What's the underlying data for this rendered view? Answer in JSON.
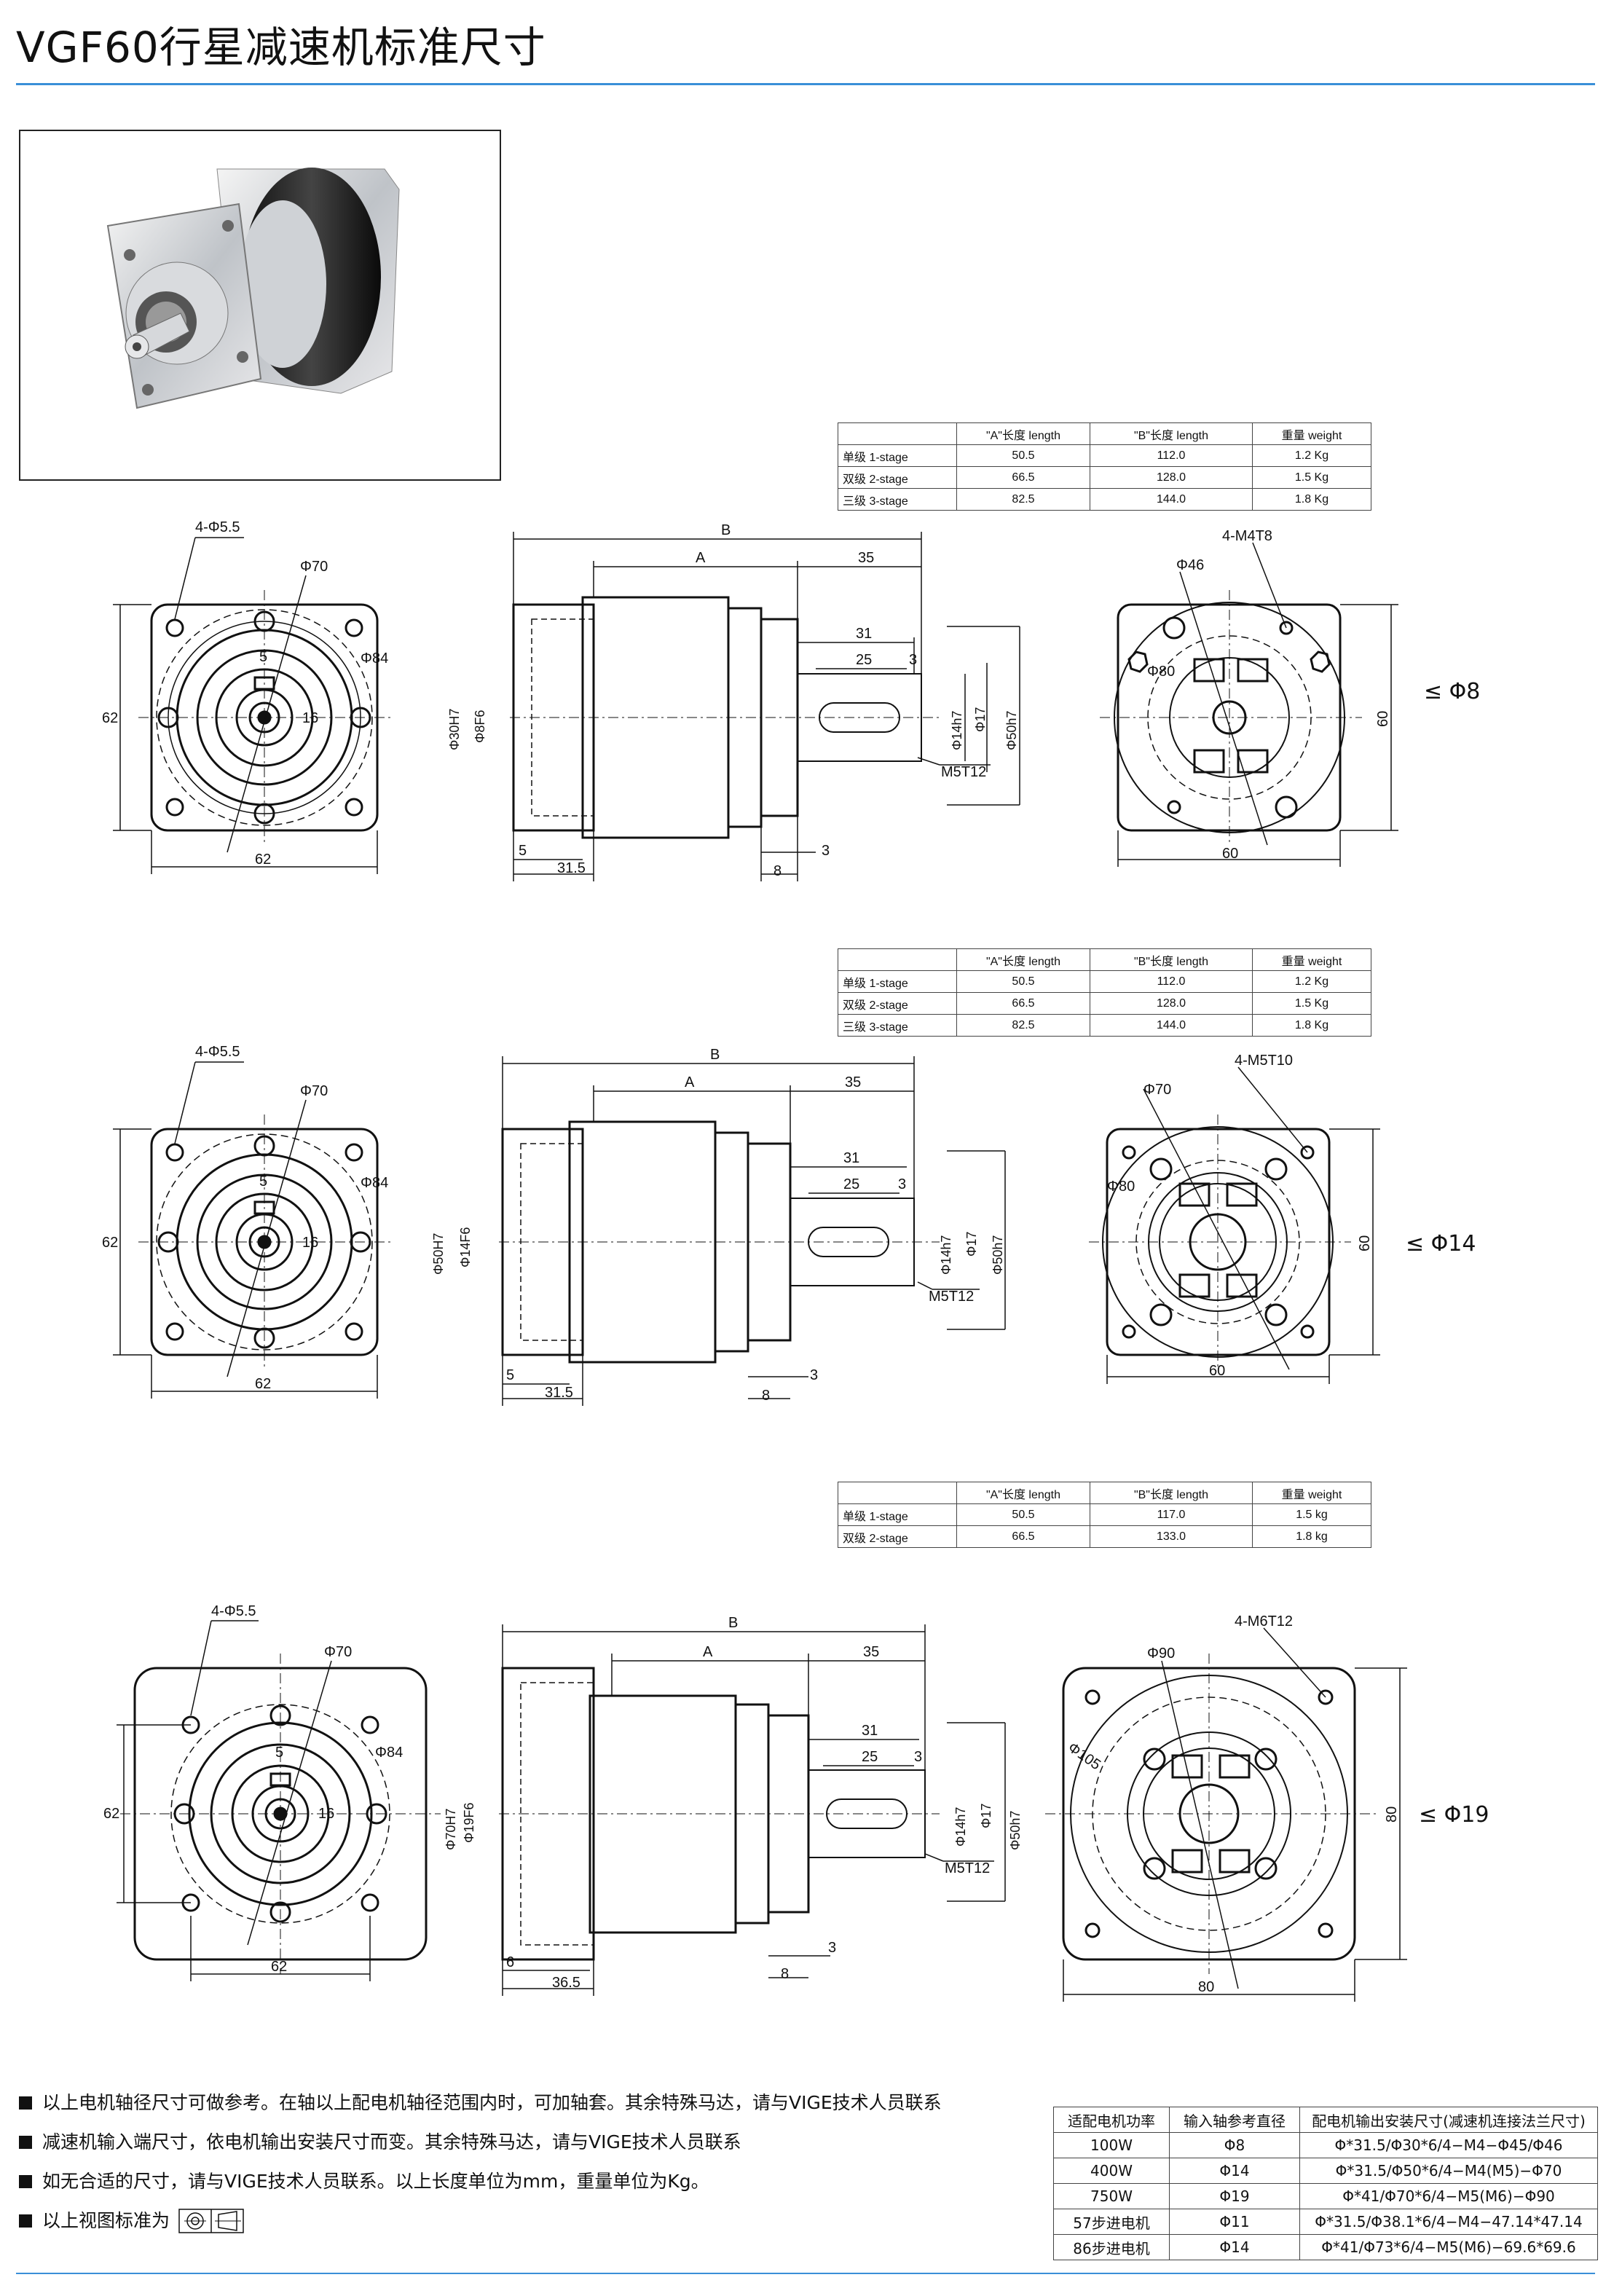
{
  "page_title": "VGF60行星减速机标准尺寸",
  "spec_headers": [
    "\"A\"长度 length",
    "\"B\"长度 length",
    "重量 weight"
  ],
  "sections": [
    {
      "rows": [
        {
          "stage": "单级 1-stage",
          "a": "50.5",
          "b": "112.0",
          "w": "1.2 Kg"
        },
        {
          "stage": "双级 2-stage",
          "a": "66.5",
          "b": "128.0",
          "w": "1.5 Kg"
        },
        {
          "stage": "三级 3-stage",
          "a": "82.5",
          "b": "144.0",
          "w": "1.8 Kg"
        }
      ],
      "front": {
        "holes": "4-Φ5.5",
        "pcd": "Φ70",
        "pcd2": "Φ84",
        "key": "5",
        "h": "16",
        "width": "62",
        "height": "62"
      },
      "side": {
        "B": "B",
        "A": "A",
        "d35": "35",
        "d31": "31",
        "d25": "25",
        "d3": "3",
        "pilot": "Φ30H7",
        "shaft_in": "Φ8F6",
        "shaft": "Φ14h7",
        "d17": "Φ17",
        "flange": "Φ50h7",
        "thread": "M5T12",
        "d5": "5",
        "d315": "31.5",
        "d8": "8",
        "d3b": "3"
      },
      "rear": {
        "holes": "4-M4T8",
        "d1": "Φ46",
        "d2": "Φ80",
        "h": "60",
        "w": "60"
      },
      "size_label": "≤ Φ8"
    },
    {
      "rows": [
        {
          "stage": "单级 1-stage",
          "a": "50.5",
          "b": "112.0",
          "w": "1.2 Kg"
        },
        {
          "stage": "双级 2-stage",
          "a": "66.5",
          "b": "128.0",
          "w": "1.5 Kg"
        },
        {
          "stage": "三级 3-stage",
          "a": "82.5",
          "b": "144.0",
          "w": "1.8 Kg"
        }
      ],
      "front": {
        "holes": "4-Φ5.5",
        "pcd": "Φ70",
        "pcd2": "Φ84",
        "key": "5",
        "h": "16",
        "width": "62",
        "height": "62"
      },
      "side": {
        "B": "B",
        "A": "A",
        "d35": "35",
        "d31": "31",
        "d25": "25",
        "d3": "3",
        "pilot": "Φ50H7",
        "shaft_in": "Φ14F6",
        "shaft": "Φ14h7",
        "d17": "Φ17",
        "flange": "Φ50h7",
        "thread": "M5T12",
        "d5": "5",
        "d315": "31.5",
        "d8": "8",
        "d3b": "3"
      },
      "rear": {
        "holes": "4-M5T10",
        "d1": "Φ70",
        "d2": "Φ80",
        "h": "60",
        "w": "60"
      },
      "size_label": "≤ Φ14"
    },
    {
      "rows": [
        {
          "stage": "单级 1-stage",
          "a": "50.5",
          "b": "117.0",
          "w": "1.5 kg"
        },
        {
          "stage": "双级 2-stage",
          "a": "66.5",
          "b": "133.0",
          "w": "1.8 kg"
        }
      ],
      "front": {
        "holes": "4-Φ5.5",
        "pcd": "Φ70",
        "pcd2": "Φ84",
        "key": "5",
        "h": "16",
        "width": "62",
        "height": "62"
      },
      "side": {
        "B": "B",
        "A": "A",
        "d35": "35",
        "d31": "31",
        "d25": "25",
        "d3": "3",
        "pilot": "Φ70H7",
        "shaft_in": "Φ19F6",
        "shaft": "Φ14h7",
        "d17": "Φ17",
        "flange": "Φ50h7",
        "thread": "M5T12",
        "d5": "6",
        "d315": "36.5",
        "d8": "8",
        "d3b": "3"
      },
      "rear": {
        "holes": "4-M6T12",
        "d1": "Φ90",
        "d2": "Φ105",
        "h": "80",
        "w": "80"
      },
      "size_label": "≤ Φ19"
    }
  ],
  "notes": [
    "以上电机轴径尺寸可做参考。在轴以上配电机轴径范围内时，可加轴套。其余特殊马达，请与VIGE技术人员联系",
    "减速机输入端尺寸，依电机输出安装尺寸而变。其余特殊马达，请与VIGE技术人员联系",
    "如无合适的尺寸，请与VIGE技术人员联系。以上长度单位为mm，重量单位为Kg。",
    "以上视图标准为"
  ],
  "motor_table": {
    "headers": [
      "适配电机功率",
      "输入轴参考直径",
      "配电机输出安装尺寸(减速机连接法兰尺寸)"
    ],
    "rows": [
      [
        "100W",
        "Φ8",
        "Φ*31.5/Φ30*6/4−M4−Φ45/Φ46"
      ],
      [
        "400W",
        "Φ14",
        "Φ*31.5/Φ50*6/4−M4(M5)−Φ70"
      ],
      [
        "750W",
        "Φ19",
        "Φ*41/Φ70*6/4−M5(M6)−Φ90"
      ],
      [
        "57步进电机",
        "Φ11",
        "Φ*31.5/Φ38.1*6/4−M4−47.14*47.14"
      ],
      [
        "86步进电机",
        "Φ14",
        "Φ*41/Φ73*6/4−M5(M6)−69.6*69.6"
      ]
    ]
  }
}
